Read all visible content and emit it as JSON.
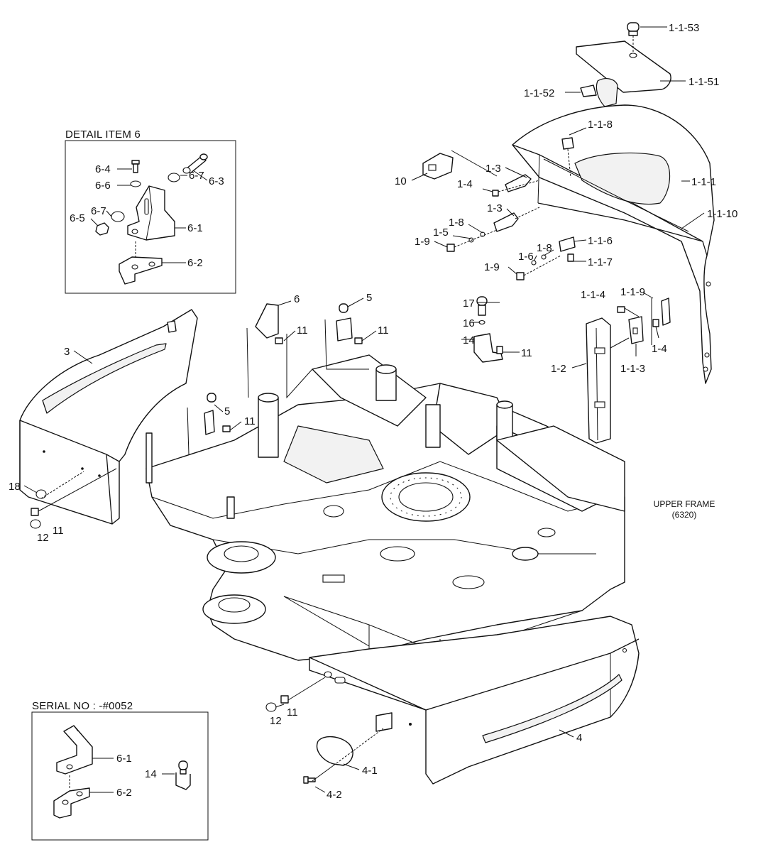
{
  "headers": {
    "detail": "DETAIL ITEM 6",
    "serial": "SERIAL NO : -#0052"
  },
  "frame_label": {
    "line1": "UPPER FRAME",
    "line2": "(6320)"
  },
  "callouts": {
    "c_1_1_53": "1-1-53",
    "c_1_1_51": "1-1-51",
    "c_1_1_52": "1-1-52",
    "c_1_1_8": "1-1-8",
    "c_1_1_1": "1-1-1",
    "c_1_1_10": "1-1-10",
    "c_10": "10",
    "c_1_3a": "1-3",
    "c_1_4a": "1-4",
    "c_1_3b": "1-3",
    "c_1_8a": "1-8",
    "c_1_5": "1-5",
    "c_1_9a": "1-9",
    "c_1_1_6": "1-1-6",
    "c_1_8b": "1-8",
    "c_1_6": "1-6",
    "c_1_9b": "1-9",
    "c_1_1_7": "1-1-7",
    "c_17": "17",
    "c_16": "16",
    "c_14a": "14",
    "c_11e": "11",
    "c_1_1_4": "1-1-4",
    "c_1_1_9": "1-1-9",
    "c_1_4b": "1-4",
    "c_1_1_3": "1-1-3",
    "c_1_2": "1-2",
    "c_6": "6",
    "c_5a": "5",
    "c_11a": "11",
    "c_11b": "11",
    "c_5b": "5",
    "c_11c": "11",
    "c_3": "3",
    "c_18": "18",
    "c_12a": "12",
    "c_11d": "11",
    "c_12b": "12",
    "c_11f": "11",
    "c_4": "4",
    "c_4_1": "4-1",
    "c_4_2": "4-2",
    "c_6_4": "6-4",
    "c_6_6": "6-6",
    "c_6_3": "6-3",
    "c_6_7a": "6-7",
    "c_6_7b": "6-7",
    "c_6_5": "6-5",
    "c_6_1a": "6-1",
    "c_6_2a": "6-2",
    "c_6_1b": "6-1",
    "c_14b": "14",
    "c_6_2b": "6-2"
  }
}
